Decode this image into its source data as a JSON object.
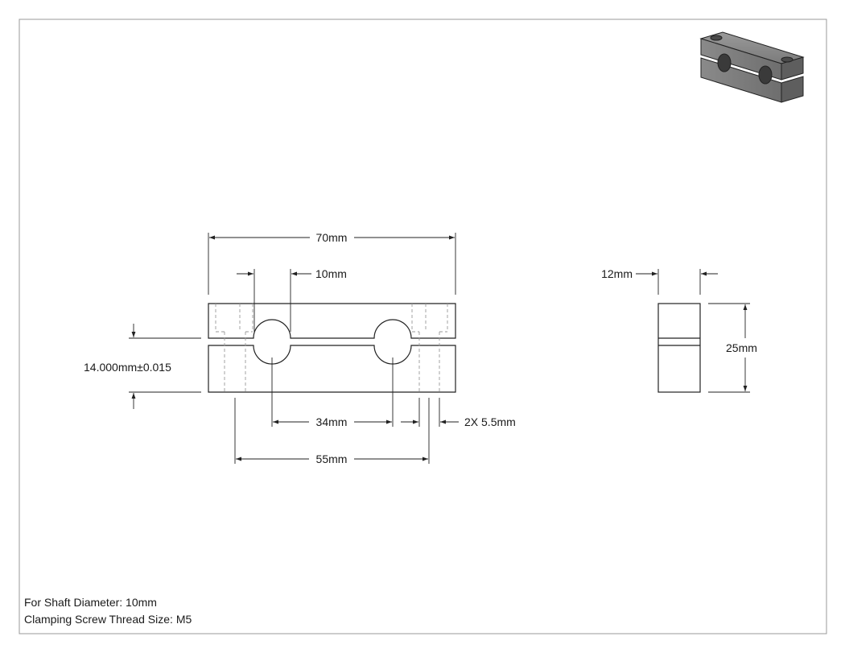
{
  "drawing": {
    "dimensions": {
      "overall_length": "70mm",
      "slot_width": "10mm",
      "shaft_bore": "14.000mm±0.015",
      "hole_spacing": "34mm",
      "screw_hole": "2X 5.5mm",
      "screw_spacing": "55mm",
      "thickness": "12mm",
      "height": "25mm"
    },
    "notes": {
      "line1": "For Shaft Diameter: 10mm",
      "line2": "Clamping Screw Thread Size: M5"
    }
  }
}
